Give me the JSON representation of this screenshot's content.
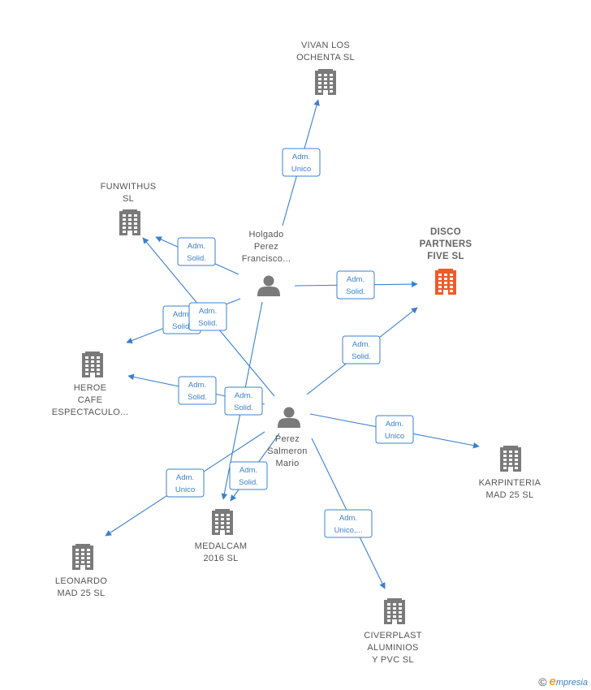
{
  "colors": {
    "edge": "#3b80cf",
    "company": "#7a7a7a",
    "focus_company": "#f05a28",
    "person": "#7a7a7a",
    "label": "#555555"
  },
  "nodes": [
    {
      "id": "vivan",
      "type": "company",
      "name": "VIVAN LOS OCHENTA SL",
      "lines": [
        "VIVAN LOS",
        "OCHENTA  SL"
      ]
    },
    {
      "id": "funwithus",
      "type": "company",
      "name": "FUNWITHUS SL",
      "lines": [
        "FUNWITHUS",
        "SL"
      ]
    },
    {
      "id": "holgado",
      "type": "person",
      "name": "Holgado Perez Francisco...",
      "lines": [
        "Holgado",
        "Perez",
        "Francisco..."
      ]
    },
    {
      "id": "disco",
      "type": "company",
      "focus": true,
      "name": "DISCO PARTNERS FIVE SL",
      "lines": [
        "DISCO",
        "PARTNERS",
        "FIVE  SL"
      ]
    },
    {
      "id": "heroe",
      "type": "company",
      "name": "HEROE CAFE ESPECTACULO...",
      "lines": [
        "HEROE",
        "CAFE",
        "ESPECTACULO..."
      ]
    },
    {
      "id": "perez",
      "type": "person",
      "name": "Perez Salmeron Mario",
      "lines": [
        "Perez",
        "Salmeron",
        "Mario"
      ]
    },
    {
      "id": "karpinteria",
      "type": "company",
      "name": "KARPINTERIA MAD 25 SL",
      "lines": [
        "KARPINTERIA",
        "MAD 25  SL"
      ]
    },
    {
      "id": "medalcam",
      "type": "company",
      "name": "MEDALCAM 2016 SL",
      "lines": [
        "MEDALCAM",
        "2016  SL"
      ]
    },
    {
      "id": "leonardo",
      "type": "company",
      "name": "LEONARDO MAD 25 SL",
      "lines": [
        "LEONARDO",
        "MAD 25  SL"
      ]
    },
    {
      "id": "civerplast",
      "type": "company",
      "name": "CIVERPLAST ALUMINIOS Y PVC SL",
      "lines": [
        "CIVERPLAST",
        "ALUMINIOS",
        "Y PVC SL"
      ]
    }
  ],
  "edges": [
    {
      "from": "holgado",
      "to": "vivan",
      "lines": [
        "Adm.",
        "Unico"
      ]
    },
    {
      "from": "holgado",
      "to": "funwithus",
      "lines": [
        "Adm.",
        "Solid."
      ]
    },
    {
      "from": "holgado",
      "to": "disco",
      "lines": [
        "Adm.",
        "Solid."
      ]
    },
    {
      "from": "holgado",
      "to": "heroe",
      "lines": [
        "Adm.",
        "Solid."
      ]
    },
    {
      "from": "holgado",
      "to": "medalcam",
      "lines": [
        "Adm.",
        "Solid."
      ]
    },
    {
      "from": "perez",
      "to": "funwithus",
      "lines": [
        "Adm.",
        "Solid."
      ]
    },
    {
      "from": "perez",
      "to": "disco",
      "lines": [
        "Adm.",
        "Solid."
      ]
    },
    {
      "from": "perez",
      "to": "heroe",
      "lines": [
        "Adm.",
        "Solid."
      ]
    },
    {
      "from": "perez",
      "to": "karpinteria",
      "lines": [
        "Adm.",
        "Unico"
      ]
    },
    {
      "from": "perez",
      "to": "medalcam",
      "lines": [
        "Adm.",
        "Solid."
      ]
    },
    {
      "from": "perez",
      "to": "leonardo",
      "lines": [
        "Adm.",
        "Unico"
      ]
    },
    {
      "from": "perez",
      "to": "civerplast",
      "lines": [
        "Adm.",
        "Unico,..."
      ]
    }
  ],
  "brand": {
    "copyright": "©",
    "initial": "e",
    "rest": "mpresia"
  }
}
